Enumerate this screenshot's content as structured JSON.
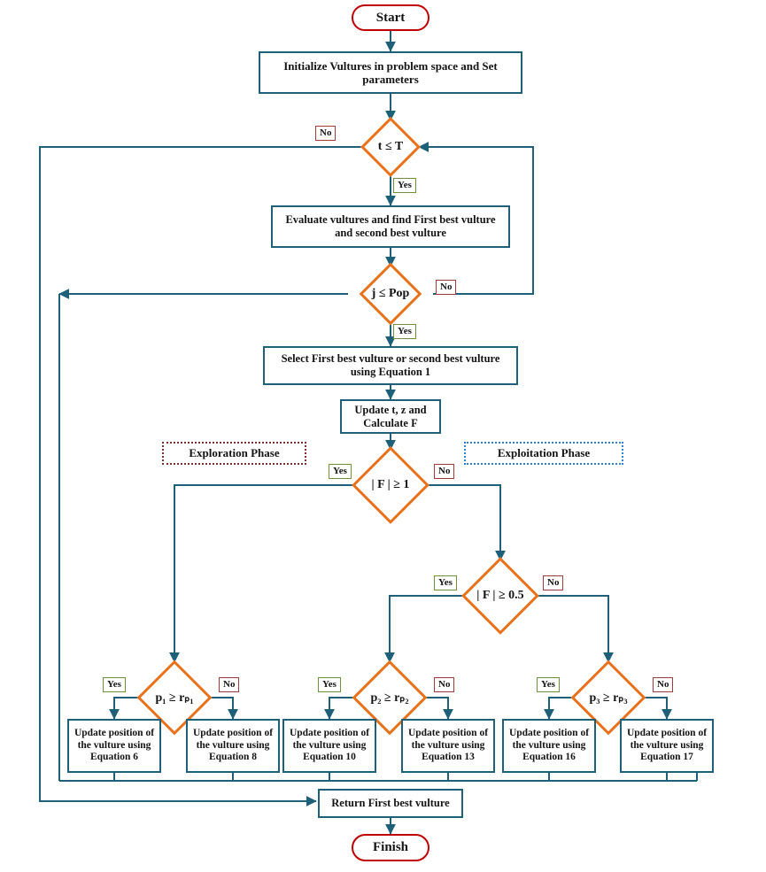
{
  "diagram": {
    "title": "African Vultures Optimization Algorithm Flowchart",
    "colors": {
      "terminator_border": "#c00000",
      "process_border": "#1f6079",
      "decision_border": "#e8711a",
      "wire": "#1f6079",
      "yes_chip_border": "#6f8f3f",
      "no_chip_border": "#9e3b3b",
      "exploration_border": "#7b3030",
      "exploitation_border": "#2f7fd0",
      "background": "#ffffff"
    },
    "nodes": {
      "start": "Start",
      "init": "Initialize Vultures in problem space and Set parameters",
      "loop_t": "t ≤ T",
      "evaluate": "Evaluate vultures and find First best vulture and second best vulture",
      "loop_pop": "j ≤ Pop",
      "select": "Select First best vulture or second best vulture using Equation 1",
      "update_tz": "Update t, z and Calculate F",
      "f_ge_1": "| F | ≥ 1",
      "f_ge_05": "| F | ≥ 0.5",
      "p1": "p₁ ≥ rₚ₁",
      "p2": "p₂ ≥ rₚ₂",
      "p3": "p₃ ≥ rₚ₃",
      "eq6": "Update position of the vulture using Equation 6",
      "eq8": "Update position of the vulture using Equation 8",
      "eq10": "Update position of the vulture using Equation 10",
      "eq13": "Update position of the vulture using Equation 13",
      "eq16": "Update position of the vulture using Equation 16",
      "eq17": "Update position of the vulture using Equation 17",
      "return": "Return First best vulture",
      "finish": "Finish"
    },
    "phases": {
      "exploration": "Exploration Phase",
      "exploitation": "Exploitation Phase"
    },
    "edge_labels": {
      "yes": "Yes",
      "no": "No"
    }
  }
}
